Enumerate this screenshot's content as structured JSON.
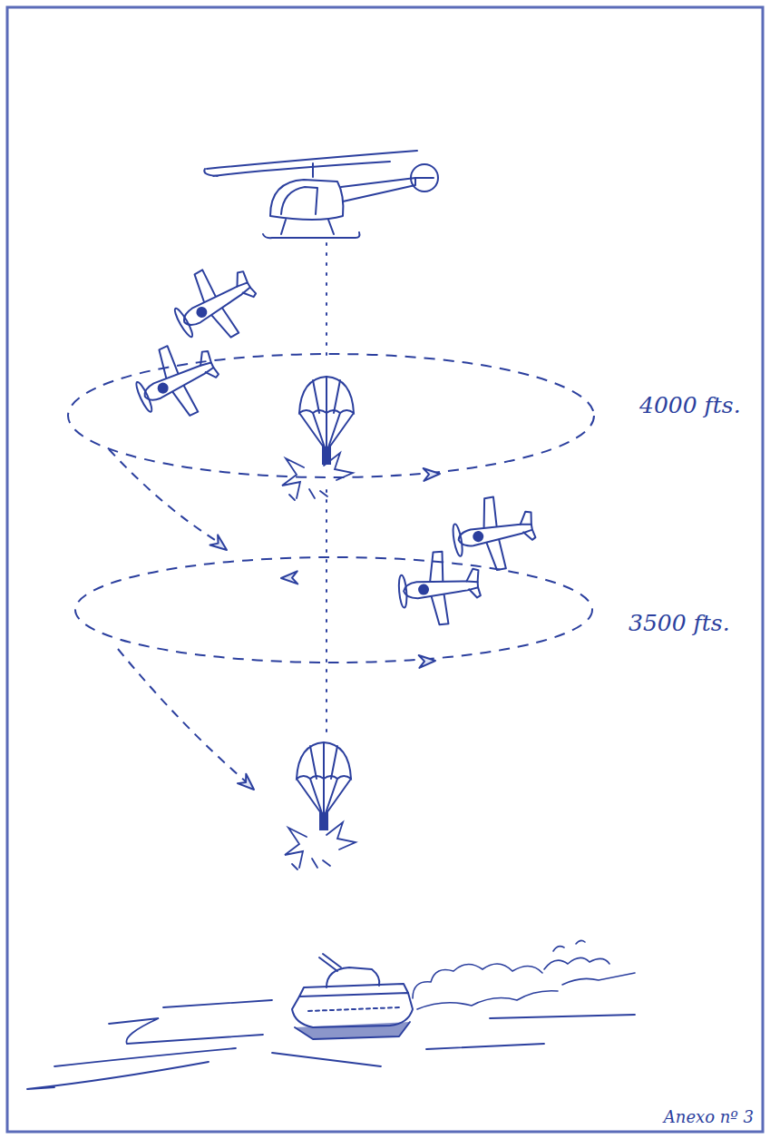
{
  "diagram": {
    "labels": [
      "4000 fts.",
      "3500 fts.",
      "Anexo nº 3"
    ]
  }
}
